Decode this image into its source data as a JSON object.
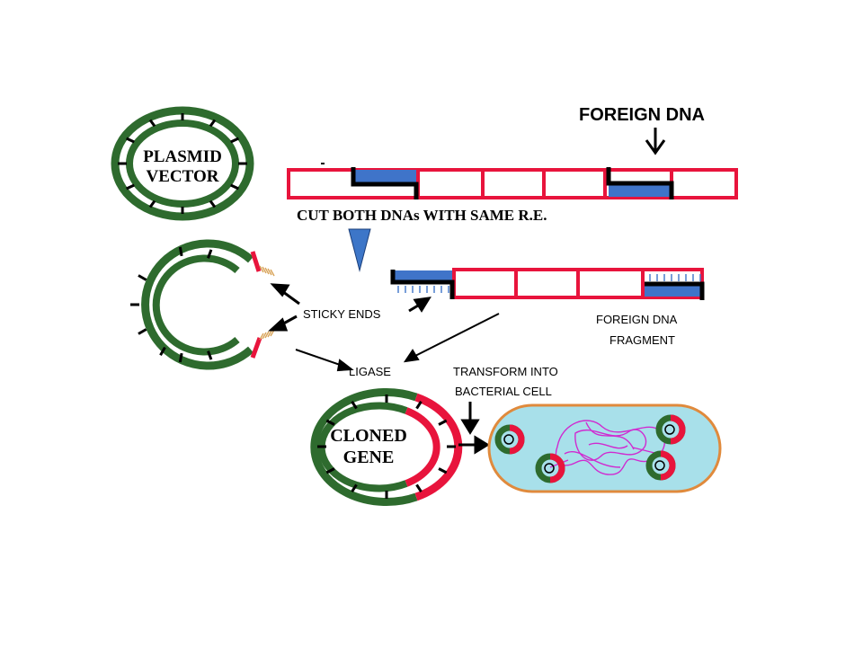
{
  "labels": {
    "foreign_dna": "FOREIGN DNA",
    "plasmid_line1": "PLASMID",
    "plasmid_line2": "VECTOR",
    "cut_both": "CUT BOTH DNAs WITH SAME R.E.",
    "sticky_ends": "STICKY ENDS",
    "foreign_fragment_line1": "FOREIGN DNA",
    "foreign_fragment_line2": "FRAGMENT",
    "ligase": "LIGASE",
    "transform_line1": "TRANSFORM INTO",
    "transform_line2": "BACTERIAL CELL",
    "cloned_line1": "CLONED",
    "cloned_line2": "GENE"
  },
  "colors": {
    "plasmid_green": "#2e6b2e",
    "foreign_red": "#e8143c",
    "restriction_blue": "#3f74c9",
    "down_arrow_blue": "#3d76c8",
    "sticky_orange": "#d8a45a",
    "sticky_blue": "#3f74c9",
    "cell_fill": "#a8e0ea",
    "cell_outline": "#e08a3c",
    "chromosome_magenta": "#d02ad0",
    "ink": "#000000"
  }
}
